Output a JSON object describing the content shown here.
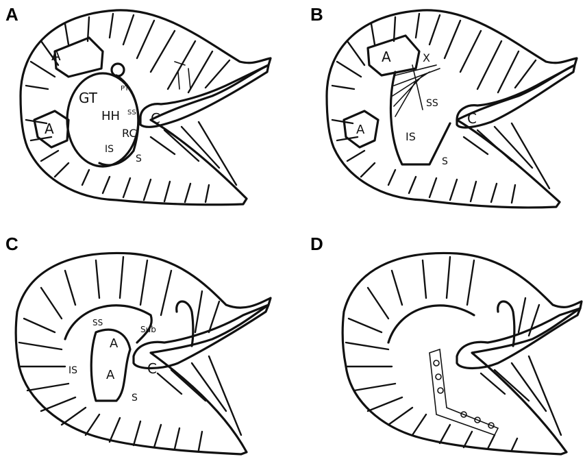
{
  "panels": [
    {
      "id": "A",
      "label": "A"
    },
    {
      "id": "B",
      "label": "B"
    },
    {
      "id": "C",
      "label": "C"
    },
    {
      "id": "D",
      "label": "D"
    }
  ],
  "annotations": {
    "a": {
      "acromion_top": "A",
      "acromion_side": "A",
      "gt": "GT",
      "hh": "HH",
      "pt": "PT",
      "ss": "SS",
      "rc": "RC",
      "is": "IS",
      "s": "S",
      "coracoid": "C"
    },
    "b": {
      "acromion": "A",
      "x": "X",
      "ss": "SS",
      "is": "IS",
      "s": "S",
      "coracoid": "C",
      "acromion_side": "A"
    },
    "c": {
      "ss": "SS",
      "sub": "Sub",
      "acromion1": "A",
      "acromion2": "A",
      "is": "IS",
      "s": "S",
      "coracoid": "C"
    }
  }
}
